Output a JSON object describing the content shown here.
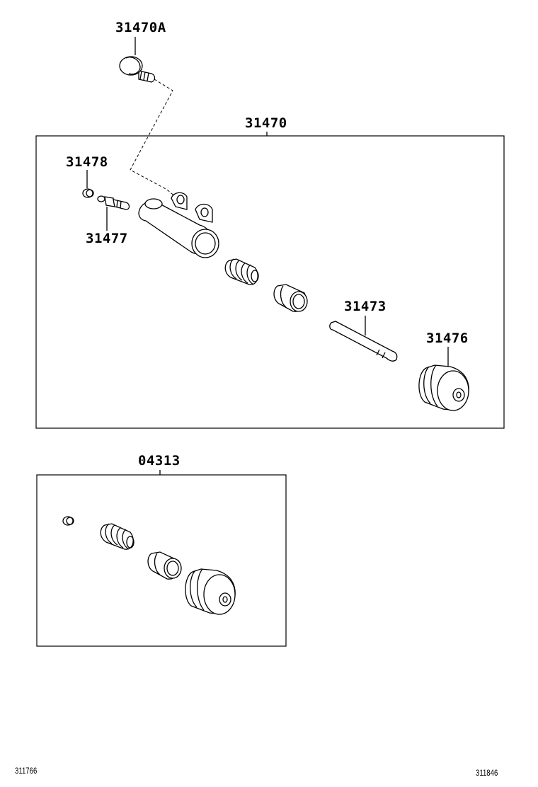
{
  "diagram": {
    "type": "exploded parts diagram",
    "subject": "clutch release cylinder assembly",
    "colors": {
      "line": "#000000",
      "background": "#ffffff"
    },
    "labels": {
      "bolt": "31470A",
      "cylinder_assy": "31470",
      "bleeder_cap": "31478",
      "bleeder_plug": "31477",
      "push_rod": "31473",
      "boot": "31476",
      "repair_kit": "04313"
    },
    "groups": [
      {
        "id": "cylinder_assy",
        "label": "31470",
        "contents": [
          "bleeder cap",
          "bleeder plug",
          "cylinder body",
          "spring",
          "piston cup",
          "push rod",
          "boot"
        ]
      },
      {
        "id": "repair_kit",
        "label": "04313",
        "contents": [
          "bleeder cap",
          "spring",
          "piston cup",
          "boot"
        ]
      }
    ],
    "footer": {
      "left_code": "311766",
      "right_code": "311846"
    }
  }
}
